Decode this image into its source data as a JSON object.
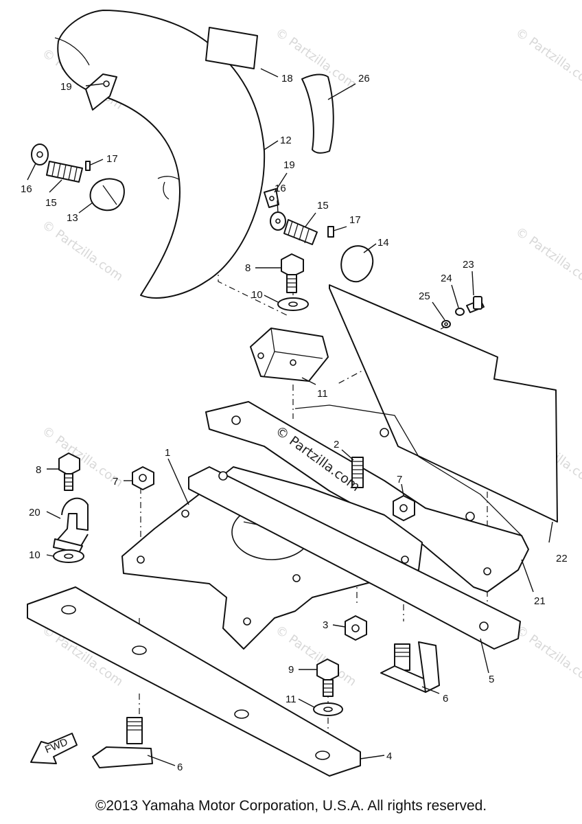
{
  "watermark": "© Partzilla.com",
  "fwd_label": "FWD",
  "copyright": "©2013 Yamaha Motor Corporation, U.S.A. All rights reserved.",
  "callouts": {
    "c1": "1",
    "c2": "2",
    "c3": "3",
    "c4": "4",
    "c5": "5",
    "c6a": "6",
    "c6b": "6",
    "c7a": "7",
    "c7b": "7",
    "c8a": "8",
    "c8b": "8",
    "c9": "9",
    "c10a": "10",
    "c10b": "10",
    "c11a": "11",
    "c11b": "11",
    "c12": "12",
    "c13": "13",
    "c14": "14",
    "c15a": "15",
    "c15b": "15",
    "c16a": "16",
    "c16b": "16",
    "c17a": "17",
    "c17b": "17",
    "c18": "18",
    "c19a": "19",
    "c19b": "19",
    "c20": "20",
    "c21": "21",
    "c22": "22",
    "c23": "23",
    "c24": "24",
    "c25": "25",
    "c26": "26"
  }
}
